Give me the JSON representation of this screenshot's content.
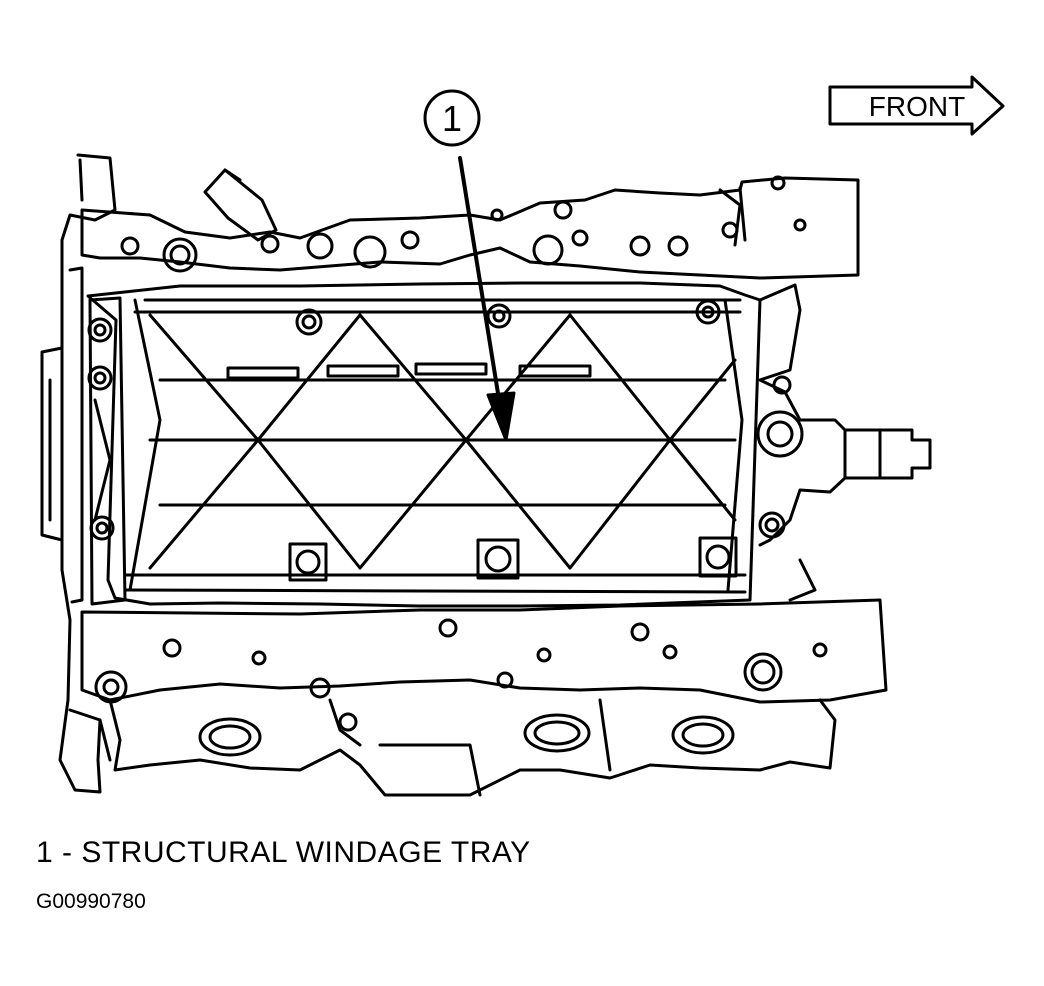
{
  "direction": {
    "label": "FRONT"
  },
  "callouts": [
    {
      "number": "1"
    }
  ],
  "legend": {
    "text": "1 - STRUCTURAL WINDAGE TRAY"
  },
  "figure_id": "G00990780",
  "colors": {
    "ink": "#000000",
    "paper": "#ffffff"
  }
}
